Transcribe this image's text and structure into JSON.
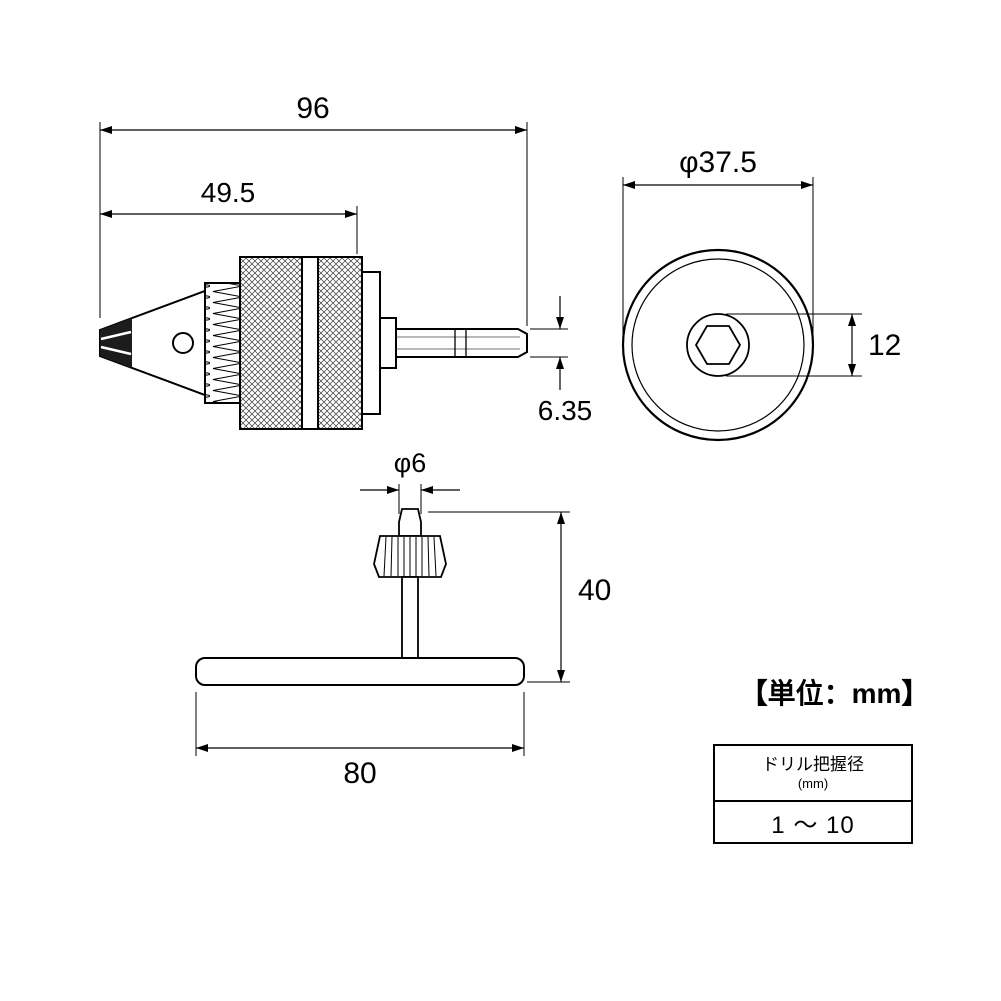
{
  "dimensions": {
    "overall_length": "96",
    "body_length": "49.5",
    "hex_shank": "6.35",
    "outer_diameter": "φ37.5",
    "collar_diameter": "12",
    "key_pilot_diameter": "φ6",
    "key_height": "40",
    "key_handle_length": "80"
  },
  "unit_label": "【単位：mm】",
  "spec_table": {
    "header_line1": "ドリル把握径",
    "header_line2": "(mm)",
    "value": "1 ～ 10"
  },
  "colors": {
    "line": "#000000",
    "background": "#ffffff",
    "jaw_tip": "#1c1c1c"
  }
}
